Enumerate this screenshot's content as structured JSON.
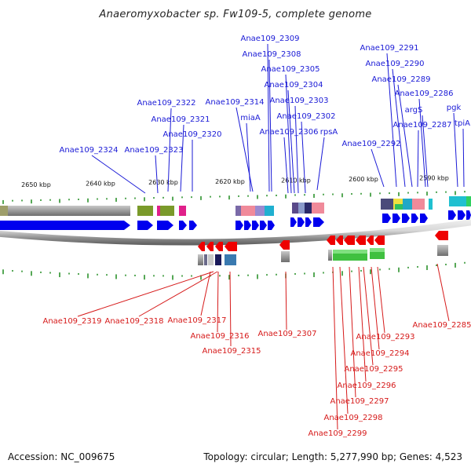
{
  "title": "Anaeromyxobacter sp. Fw109-5, complete genome",
  "footer": {
    "accession": "Accession: NC_009675",
    "summary": "Topology: circular; Length: 5,277,990 bp; Genes: 4,523"
  },
  "colors": {
    "forward_label": "#1a1ad6",
    "reverse_label": "#d61a1a",
    "forward_arrow": "#0000ee",
    "reverse_arrow": "#ee0000",
    "tick": "#1e8a1e",
    "backbone": "#888888"
  },
  "scale_ticks": [
    "2650 kbp",
    "2640 kbp",
    "2630 kbp",
    "2620 kbp",
    "2610 kbp",
    "2600 kbp",
    "2590 kbp"
  ],
  "forward_genes": [
    "Anae109_2309",
    "Anae109_2308",
    "Anae109_2305",
    "Anae109_2304",
    "Anae109_2303",
    "Anae109_2302",
    "Anae109_2306",
    "rpsA",
    "Anae109_2314",
    "miaA",
    "Anae109_2322",
    "Anae109_2321",
    "Anae109_2320",
    "Anae109_2323",
    "Anae109_2324",
    "Anae109_2291",
    "Anae109_2290",
    "Anae109_2289",
    "Anae109_2286",
    "argS",
    "pgk",
    "Anae109_2287",
    "tpiA",
    "Anae109_2292"
  ],
  "reverse_genes": [
    "Anae109_2319",
    "Anae109_2318",
    "Anae109_2317",
    "Anae109_2316",
    "Anae109_2315",
    "Anae109_2307",
    "Anae109_2293",
    "Anae109_2294",
    "Anae109_2295",
    "Anae109_2296",
    "Anae109_2297",
    "Anae109_2298",
    "Anae109_2299",
    "Anae109_2285"
  ]
}
